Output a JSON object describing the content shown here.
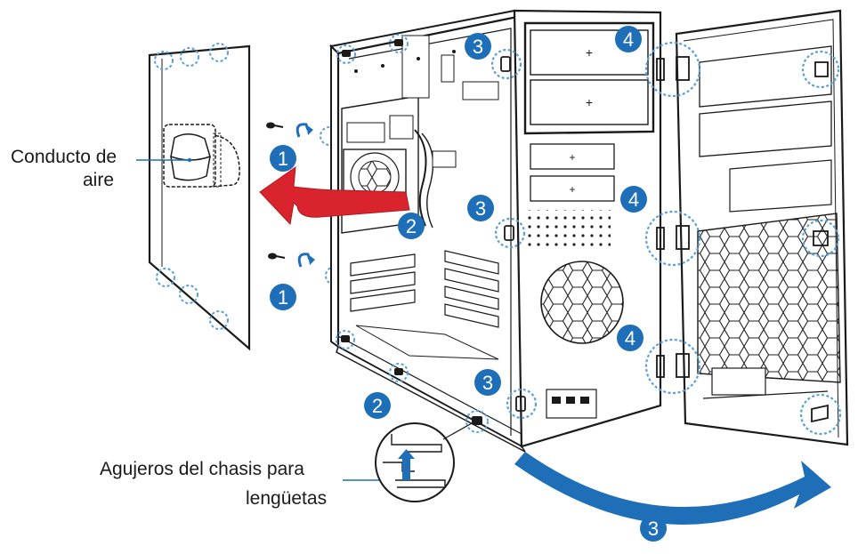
{
  "labels": {
    "air_duct_line1": "Conducto de",
    "air_duct_line2": "aire",
    "holes_line1": "Agujeros del chasis para",
    "holes_line2": "lengüetas"
  },
  "steps": {
    "s1a": "1",
    "s1b": "1",
    "s2a": "2",
    "s2b": "2",
    "s3a": "3",
    "s3b": "3",
    "s3c": "3",
    "s3d": "3",
    "s4a": "4",
    "s4b": "4",
    "s4c": "4"
  },
  "colors": {
    "step_badge": "#1e6fb8",
    "tab_circle": "#5aa0d8",
    "arrow_blue": "#1e6fb8",
    "arrow_red": "#d9232d",
    "line": "#1a1a1a"
  }
}
